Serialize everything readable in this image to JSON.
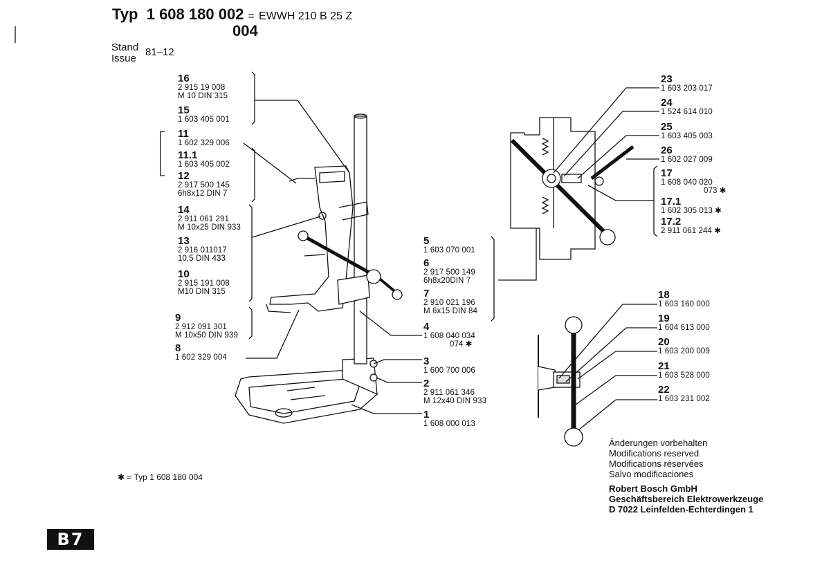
{
  "header": {
    "typ_label": "Typ",
    "typ_number": "1 608 180 002",
    "equals": "=",
    "model": "EWWH 210 B 25 Z",
    "typ_suffix": "004",
    "stand_label": "Stand",
    "issue_label": "Issue",
    "issue_value": "81–12"
  },
  "parts_left": [
    {
      "no": "16",
      "lines": [
        "2 915 19  008",
        "M 10 DIN 315"
      ]
    },
    {
      "no": "15",
      "lines": [
        "1 603 405 001"
      ]
    },
    {
      "no": "11",
      "lines": [
        "1 602 329 006"
      ]
    },
    {
      "no": "11.1",
      "lines": [
        "1 603 405 002"
      ]
    },
    {
      "no": "12",
      "lines": [
        "2 917 500 145",
        "6h8x12 DIN 7"
      ]
    },
    {
      "no": "14",
      "lines": [
        "2 911 061 291",
        "M 10x25 DIN 933"
      ]
    },
    {
      "no": "13",
      "lines": [
        "2 916 011017",
        "10,5 DIN 433"
      ]
    },
    {
      "no": "10",
      "lines": [
        "2 915 191 008",
        "M10 DIN 315"
      ]
    },
    {
      "no": "9",
      "lines": [
        "2 912 091 301",
        "M 10x50 DIN 939"
      ]
    },
    {
      "no": "8",
      "lines": [
        "1 602 329 004"
      ]
    }
  ],
  "parts_mid": [
    {
      "no": "5",
      "lines": [
        "1 603 070 001"
      ]
    },
    {
      "no": "6",
      "lines": [
        "2 917 500 149",
        "6h8x20DIN 7"
      ]
    },
    {
      "no": "7",
      "lines": [
        "2 910 021 196",
        "M 6x15 DIN 84"
      ]
    },
    {
      "no": "4",
      "lines": [
        "1 608 040 034",
        "074 ✱"
      ]
    },
    {
      "no": "3",
      "lines": [
        "1 600 700 006"
      ]
    },
    {
      "no": "2",
      "lines": [
        "2 911 061 346",
        "M 12x40 DIN 933"
      ]
    },
    {
      "no": "1",
      "lines": [
        "1 608 000 013"
      ]
    }
  ],
  "parts_right_top": [
    {
      "no": "23",
      "lines": [
        "1 603 203 017"
      ]
    },
    {
      "no": "24",
      "lines": [
        "1 524 614 010"
      ]
    },
    {
      "no": "25",
      "lines": [
        "1 603 405 003"
      ]
    },
    {
      "no": "26",
      "lines": [
        "1 602 027 009"
      ]
    },
    {
      "no": "17",
      "lines": [
        "1 608 040 020",
        "073 ✱"
      ]
    },
    {
      "no": "17.1",
      "lines": [
        "1 602 305 013 ✱"
      ]
    },
    {
      "no": "17.2",
      "lines": [
        "2 911 061 244  ✱"
      ]
    }
  ],
  "parts_right_bottom": [
    {
      "no": "18",
      "lines": [
        "1 603 160 000"
      ]
    },
    {
      "no": "19",
      "lines": [
        "1 604 613 000"
      ]
    },
    {
      "no": "20",
      "lines": [
        "1 603 200 009"
      ]
    },
    {
      "no": "21",
      "lines": [
        "1 603 528 000"
      ]
    },
    {
      "no": "22",
      "lines": [
        "1 603 231 002"
      ]
    }
  ],
  "footnote": "✱ = Typ  1 608 180 004",
  "modifications": [
    "Änderungen vorbehalten",
    "Modifications reserved",
    "Modifications réservées",
    "Salvo modificaciones"
  ],
  "company": [
    "Robert Bosch GmbH",
    "Geschäftsbereich Elektrowerkzeuge",
    "D 7022 Leinfelden-Echterdingen 1"
  ],
  "page_badge": "B7"
}
